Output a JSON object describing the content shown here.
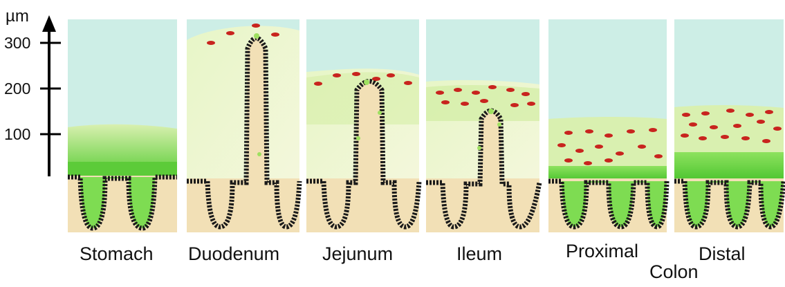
{
  "axis": {
    "unit": "µm",
    "ticks": [
      "300",
      "200",
      "100"
    ]
  },
  "regions": [
    {
      "name": "Stomach"
    },
    {
      "name": "Duodenum"
    },
    {
      "name": "Jejunum"
    },
    {
      "name": "Ileum"
    },
    {
      "name": "Proximal"
    },
    {
      "name": "Distal"
    }
  ],
  "group_label": "Colon",
  "colors": {
    "lumen": "#cdeee6",
    "tissue": "#f2e0b6",
    "mucus_inner": "#6fd44a",
    "mucus_outer": "#e6f5c8",
    "bacteria": "#c8241e",
    "cell_outline": "#1a1a1a",
    "goblet_cell": "#9ee060"
  }
}
